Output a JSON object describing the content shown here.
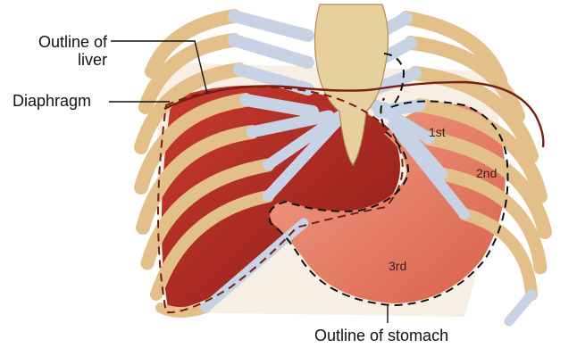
{
  "labels": {
    "liver_line1": "Outline of",
    "liver_line2": "liver",
    "diaphragm": "Diaphragm",
    "stomach": "Outline of stomach",
    "first": "1st",
    "second": "2nd",
    "third": "3rd"
  },
  "colors": {
    "bone": "#e3c08a",
    "bone_edge": "#a07a45",
    "cartilage": "#c7d3e4",
    "liver": "#b9302a",
    "liver_dark": "#8e1d17",
    "stomach": "#e98068",
    "outline": "#7a1e14"
  }
}
